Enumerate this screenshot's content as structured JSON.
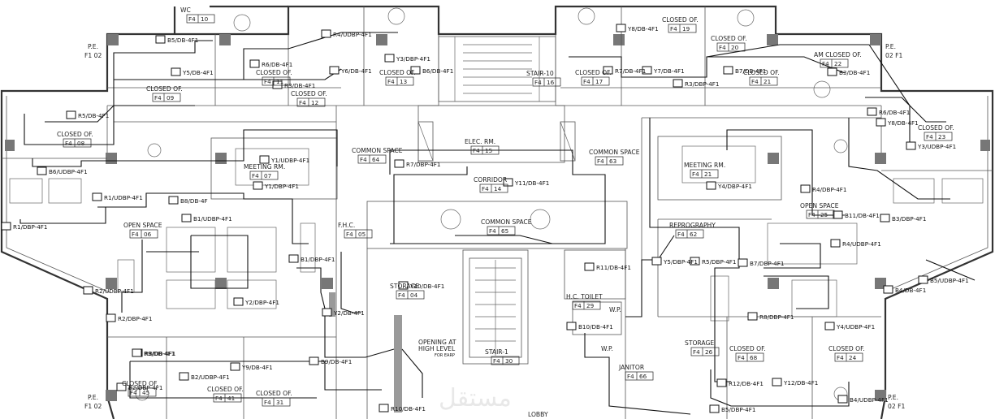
{
  "rooms": [
    {
      "id": "wc",
      "name": "WC",
      "tag": [
        "F4",
        "10"
      ]
    },
    {
      "id": "closed-09",
      "name": "CLOSED OF.",
      "tag": [
        "F4",
        "09"
      ]
    },
    {
      "id": "closed-08",
      "name": "CLOSED OF.",
      "tag": [
        "F4",
        "08"
      ]
    },
    {
      "id": "closed-11",
      "name": "CLOSED OF.",
      "tag": [
        "F4",
        "11"
      ]
    },
    {
      "id": "closed-12",
      "name": "CLOSED OF.",
      "tag": [
        "F4",
        "12"
      ]
    },
    {
      "id": "closed-13",
      "name": "CLOSED OF.",
      "tag": [
        "F4",
        "13"
      ]
    },
    {
      "id": "stair-10",
      "name": "STAIR-10",
      "tag": [
        "F4",
        "16"
      ]
    },
    {
      "id": "closed-17",
      "name": "CLOSED OF.",
      "tag": [
        "F4",
        "17"
      ]
    },
    {
      "id": "closed-19",
      "name": "CLOSED OF.",
      "tag": [
        "F4",
        "19"
      ]
    },
    {
      "id": "closed-20",
      "name": "CLOSED OF.",
      "tag": [
        "F4",
        "20"
      ]
    },
    {
      "id": "closed-21",
      "name": "CLOSED OF.",
      "tag": [
        "F4",
        "21"
      ]
    },
    {
      "id": "am-closed-22",
      "name": "AM CLOSED OF.",
      "tag": [
        "F4",
        "22"
      ]
    },
    {
      "id": "closed-23",
      "name": "CLOSED OF.",
      "tag": [
        "F4",
        "23"
      ]
    },
    {
      "id": "common-64",
      "name": "COMMON SPACE",
      "tag": [
        "F4",
        "64"
      ]
    },
    {
      "id": "elec-15",
      "name": "ELEC. RM.",
      "tag": [
        "F4",
        "15"
      ]
    },
    {
      "id": "common-63",
      "name": "COMMON SPACE",
      "tag": [
        "F4",
        "63"
      ]
    },
    {
      "id": "corridor-14",
      "name": "CORRIDOR",
      "tag": [
        "F4",
        "14"
      ]
    },
    {
      "id": "meeting-07",
      "name": "MEETING RM.",
      "tag": [
        "F4",
        "07"
      ]
    },
    {
      "id": "meeting-21",
      "name": "MEETING RM.",
      "tag": [
        "F4",
        "21"
      ]
    },
    {
      "id": "open-06",
      "name": "OPEN SPACE",
      "tag": [
        "F4",
        "06"
      ]
    },
    {
      "id": "fhc-05",
      "name": "F.H.C.",
      "tag": [
        "F4",
        "05"
      ]
    },
    {
      "id": "common-65",
      "name": "COMMON SPACE",
      "tag": [
        "F4",
        "65"
      ]
    },
    {
      "id": "open-25",
      "name": "OPEN SPACE",
      "tag": [
        "F4",
        "25"
      ]
    },
    {
      "id": "repro-62",
      "name": "REPROGRAPHY",
      "tag": [
        "F4",
        "62"
      ]
    },
    {
      "id": "storage-04",
      "name": "STORAGE",
      "tag": [
        "F4",
        "04"
      ]
    },
    {
      "id": "hc-toilet-29",
      "name": "H.C. TOILET",
      "tag": [
        "F4",
        "29"
      ]
    },
    {
      "id": "stair-1-30",
      "name": "STAIR-1",
      "tag": [
        "F4",
        "30"
      ]
    },
    {
      "id": "janitor-66",
      "name": "JANITOR",
      "tag": [
        "F4",
        "66"
      ]
    },
    {
      "id": "storage-26",
      "name": "STORAGE",
      "tag": [
        "F4",
        "26"
      ]
    },
    {
      "id": "closed-68",
      "name": "CLOSED OF.",
      "tag": [
        "F4",
        "68"
      ]
    },
    {
      "id": "closed-24",
      "name": "CLOSED OF.",
      "tag": [
        "F4",
        "24"
      ]
    },
    {
      "id": "closed-45",
      "name": "CLOSED OF.",
      "tag": [
        "F4",
        "45"
      ]
    },
    {
      "id": "closed-41",
      "name": "CLOSED OF.",
      "tag": [
        "F4",
        "41"
      ]
    },
    {
      "id": "closed-31",
      "name": "CLOSED OF.",
      "tag": [
        "F4",
        "31"
      ]
    }
  ],
  "labels": {
    "pe_f1_02_top_left": "P.E.",
    "pe_f1_02_top_left_sub": "F1  02",
    "pe_f1_02_top_right": "P.E.",
    "pe_f1_02_top_right_sub": "02  F1",
    "pe_bottom_left": "P.E.",
    "pe_bottom_left_sub": "F1  02",
    "pe_bottom_right": "P.E.",
    "pe_bottom_right_sub": "02  F1",
    "opening": "OPENING AT",
    "opening2": "HIGH LEVEL",
    "opening3": "FOR EARP",
    "lobby": "LOBBY",
    "wp1": "W.P.",
    "wp2": "W.P.",
    "watermark": "مستقل"
  },
  "panels": [
    "B5/DB-4F1",
    "Y5/DB-4F1",
    "R4/UDBP-4F1",
    "Y3/DBP-4F1",
    "B6/DB-4F1",
    "R6/DB-4F1",
    "Y6/DB-4F1",
    "R3/DB-4F1",
    "Y8/DB-4F1",
    "R7/DB-4F1",
    "Y7/DB-4F1",
    "R3/DBP-4F1",
    "B7/DB-4F1",
    "B3/DB-4F1",
    "R5/DB-4F1",
    "B6/UDBP-4F1",
    "R1/UDBP-4F1",
    "R1/DBP-4F1",
    "B8/DB-4F",
    "Y1/UDBP-4F1",
    "Y1/DBP-4F1",
    "R7/DBP-4F1",
    "Y11/DB-4F1",
    "B1/UDBP-4F1",
    "R8/DB-4F1",
    "R6/DB-4F1",
    "Y8/DB-4F1",
    "Y3/UDBP-4F1",
    "R4/DBP-4F1",
    "Y4/DBP-4F1",
    "B11/DB-4F1",
    "B3/DBP-4F1",
    "R4/UDBP-4F1",
    "B7/DBP-4F1",
    "B4/DB-4F1",
    "B5/UDBP-4F1",
    "Y4/UDBP-4F1",
    "R8/DBP-4F1",
    "Y5/DBP-4F1",
    "R5/DBP-4F1",
    "B1/DBP-4F1",
    "Y10/DB-4F1",
    "Y2/DB-4F1",
    "R11/DB-4F1",
    "B10/DB-4F1",
    "R2/UDBP-4F1",
    "R2/DBP-4F1",
    "Y2/DBP-4F1",
    "R9/DB-4F1",
    "Y9/DB-4F1",
    "B9/DB-4F1",
    "B2/UDBP-4F1",
    "B2/DBP-4F1",
    "R10/DB-4F1",
    "R12/DB-4F1",
    "Y12/DB-4F1",
    "B4/UDBP-4F1",
    "B5/DBP-4F1"
  ]
}
